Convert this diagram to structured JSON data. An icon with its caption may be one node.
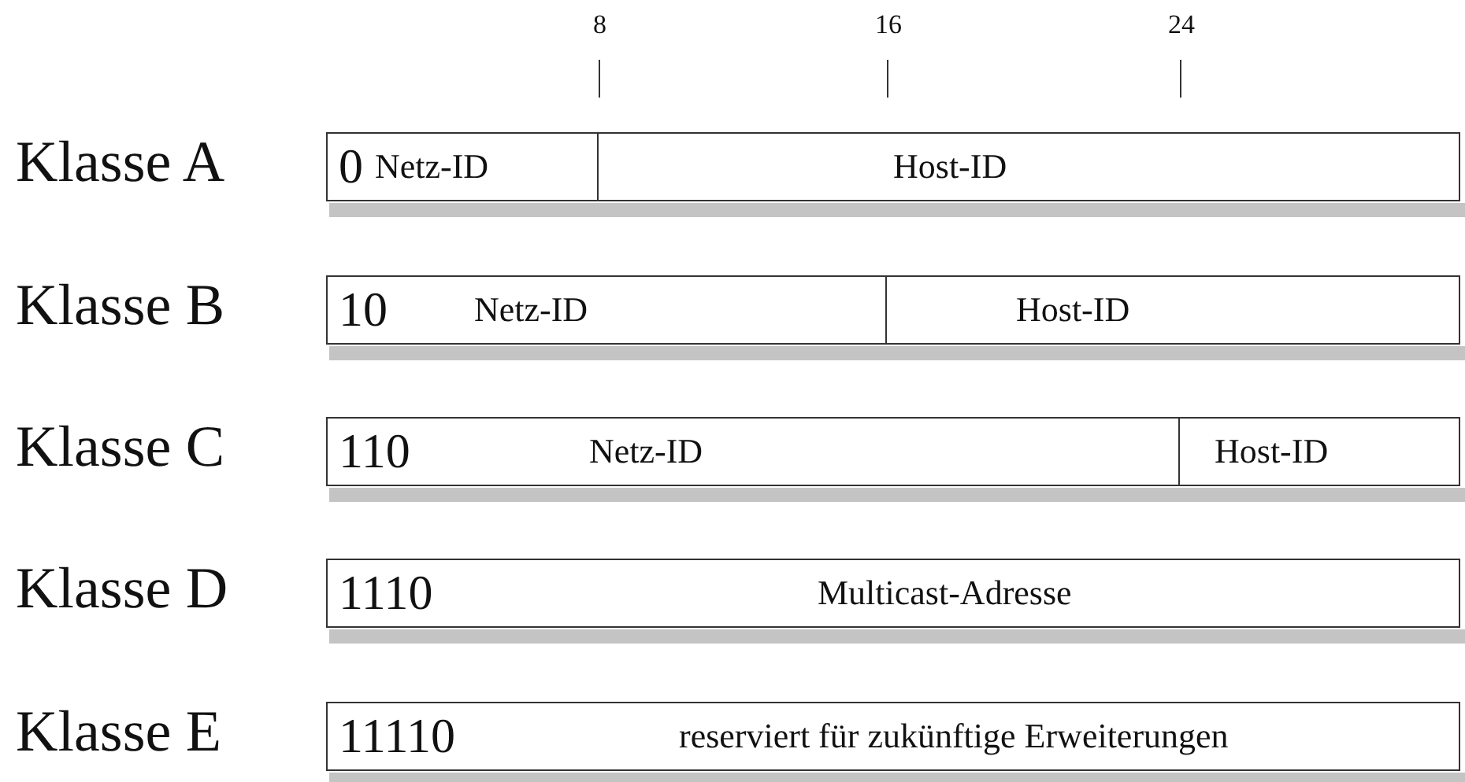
{
  "diagram": {
    "nodes": [
      {
        "text": [
          "0",
          "Netz-ID"
        ]
      },
      {
        "text": [
          "Host-ID"
        ]
      },
      {
        "text": [
          "10",
          "Netz-ID"
        ]
      },
      {
        "text": [
          "Host-ID"
        ]
      },
      {
        "text": [
          "110",
          "Netz-ID"
        ]
      },
      {
        "text": [
          "Host-ID"
        ]
      },
      {
        "text": [
          "1110",
          "Multicast-Adresse"
        ]
      },
      {
        "text": [
          "11110",
          "reserviert für zukünftige Erweiterungen"
        ]
      }
    ],
    "labels": [
      "8",
      "16",
      "24",
      "Klasse A",
      "Klasse B",
      "Klasse C",
      "Klasse D",
      "Klasse E"
    ]
  }
}
